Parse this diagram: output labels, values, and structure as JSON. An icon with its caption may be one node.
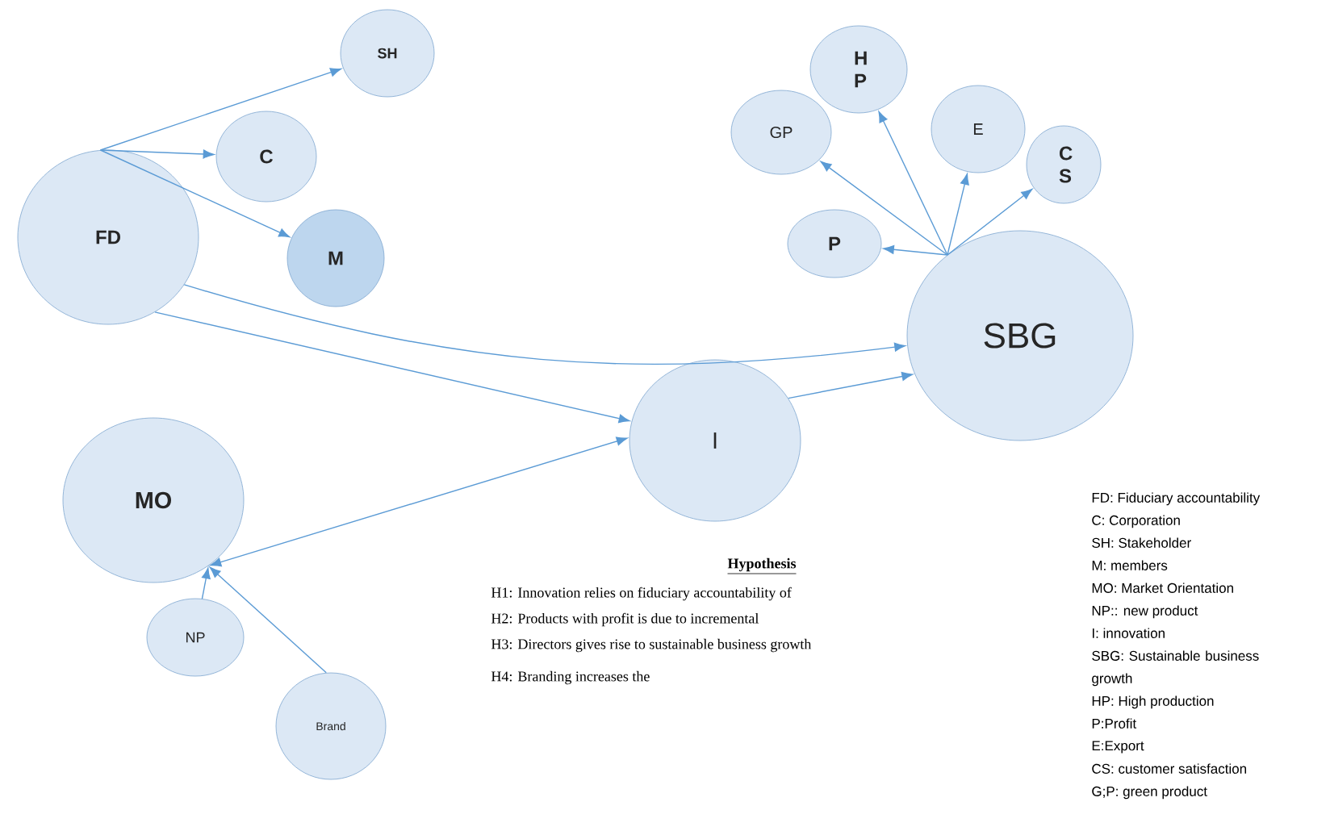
{
  "diagram": {
    "nodes": [
      {
        "text": [
          "SH"
        ]
      },
      {
        "text": [
          "C"
        ]
      },
      {
        "text": [
          "FD"
        ]
      },
      {
        "text": [
          "M"
        ]
      },
      {
        "text": [
          "H P"
        ]
      },
      {
        "text": [
          "GP"
        ]
      },
      {
        "text": [
          "E"
        ]
      },
      {
        "text": [
          "C S"
        ]
      },
      {
        "text": [
          "P"
        ]
      },
      {
        "text": [
          "SBG"
        ]
      },
      {
        "text": [
          "I"
        ]
      },
      {
        "text": [
          "MO"
        ]
      },
      {
        "text": [
          "NP"
        ]
      },
      {
        "text": [
          "Brand"
        ]
      }
    ],
    "edges": [
      {
        "from": 2,
        "to": 0,
        "arrow": "to"
      },
      {
        "from": 2,
        "to": 1,
        "arrow": "to"
      },
      {
        "from": 2,
        "to": 3,
        "arrow": "to"
      },
      {
        "from": 2,
        "to": 9,
        "arrow": "to"
      },
      {
        "from": 2,
        "to": 10,
        "arrow": "to"
      },
      {
        "from": 11,
        "to": 10,
        "arrow": "both"
      },
      {
        "from": 10,
        "to": 9,
        "arrow": "to"
      },
      {
        "from": 9,
        "to": 5,
        "arrow": "to"
      },
      {
        "from": 9,
        "to": 4,
        "arrow": "to"
      },
      {
        "from": 9,
        "to": 6,
        "arrow": "to"
      },
      {
        "from": 9,
        "to": 7,
        "arrow": "to"
      },
      {
        "from": 9,
        "to": 8,
        "arrow": "to"
      },
      {
        "from": 12,
        "to": 11,
        "arrow": "to"
      },
      {
        "from": 13,
        "to": 11,
        "arrow": "to"
      }
    ],
    "labels": [
      "Hypothesis",
      "H1: Innovation relies on fiduciary accountability of",
      "H2: Products with profit is due to incremental",
      "H3: Directors gives rise to sustainable business growth",
      "H4: Branding increases the",
      "FD: Fiduciary accountability",
      "C: Corporation",
      "SH: Stakeholder",
      "M: members",
      "MO: Market Orientation",
      "NP:: new product",
      "I: innovation",
      "SBG: Sustainable business growth",
      "HP: High production",
      "P:Profit",
      "E:Export",
      "CS: customer satisfaction",
      "G;P: green product"
    ]
  }
}
